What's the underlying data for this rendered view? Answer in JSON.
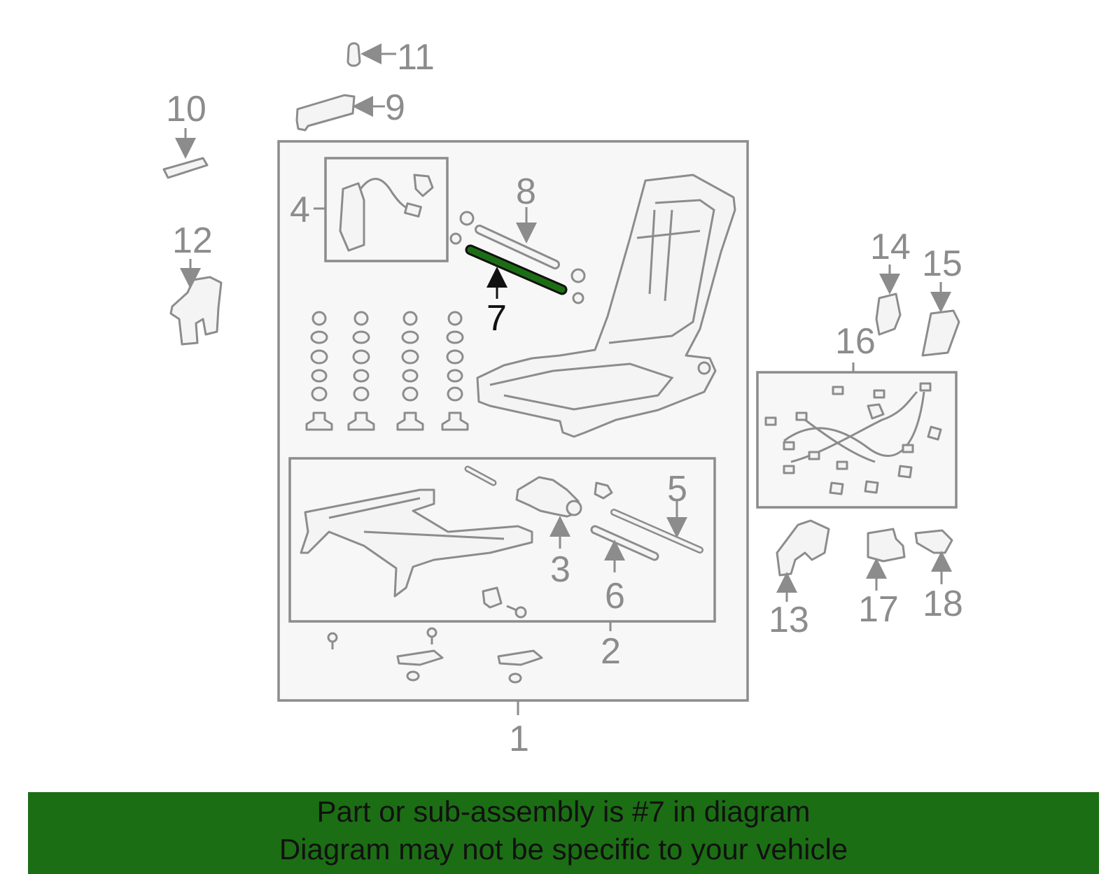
{
  "callouts": {
    "c1": "1",
    "c2": "2",
    "c3": "3",
    "c4": "4",
    "c5": "5",
    "c6": "6",
    "c7": "7",
    "c8": "8",
    "c9": "9",
    "c10": "10",
    "c11": "11",
    "c12": "12",
    "c13": "13",
    "c14": "14",
    "c15": "15",
    "c16": "16",
    "c17": "17",
    "c18": "18"
  },
  "highlighted_part": "7",
  "colors": {
    "highlight": "#1c6e14",
    "banner_bg": "#1c6e14",
    "line": "#8c8c8c",
    "text_hl": "#111111"
  },
  "banner": {
    "line1": "Part or sub-assembly is #7 in diagram",
    "line2": "Diagram may not be specific to your vehicle"
  }
}
